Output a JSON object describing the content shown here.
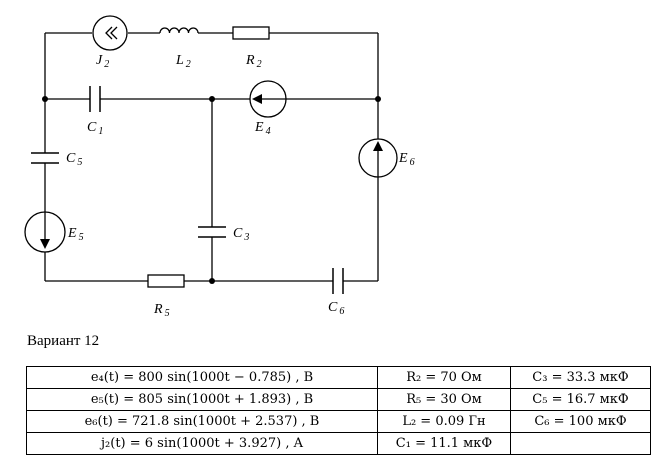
{
  "diagram": {
    "labels": {
      "J2": {
        "main": "J",
        "sub": "2"
      },
      "L2": {
        "main": "L",
        "sub": "2"
      },
      "R2": {
        "main": "R",
        "sub": "2"
      },
      "C1": {
        "main": "C",
        "sub": "1"
      },
      "E4": {
        "main": "E",
        "sub": "4"
      },
      "C5": {
        "main": "C",
        "sub": "5"
      },
      "E6": {
        "main": "E",
        "sub": "6"
      },
      "E5": {
        "main": "E",
        "sub": "5"
      },
      "C3": {
        "main": "C",
        "sub": "3"
      },
      "R5": {
        "main": "R",
        "sub": "5"
      },
      "C6": {
        "main": "C",
        "sub": "6"
      }
    }
  },
  "variant_title": "Вариант 12",
  "table": {
    "rows": [
      [
        "e₄(t) = 800 sin(1000t − 0.785) , B",
        "R₂ = 70 Ом",
        "C₃ = 33.3 мкФ"
      ],
      [
        "e₅(t) = 805 sin(1000t + 1.893) , B",
        "R₅ = 30 Ом",
        "C₅ = 16.7 мкФ"
      ],
      [
        "e₆(t) = 721.8 sin(1000t + 2.537) , B",
        "L₂ = 0.09 Гн",
        "C₆ = 100 мкФ"
      ],
      [
        "j₂(t) = 6 sin(1000t + 3.927) , A",
        "C₁ = 11.1 мкФ",
        ""
      ]
    ]
  }
}
